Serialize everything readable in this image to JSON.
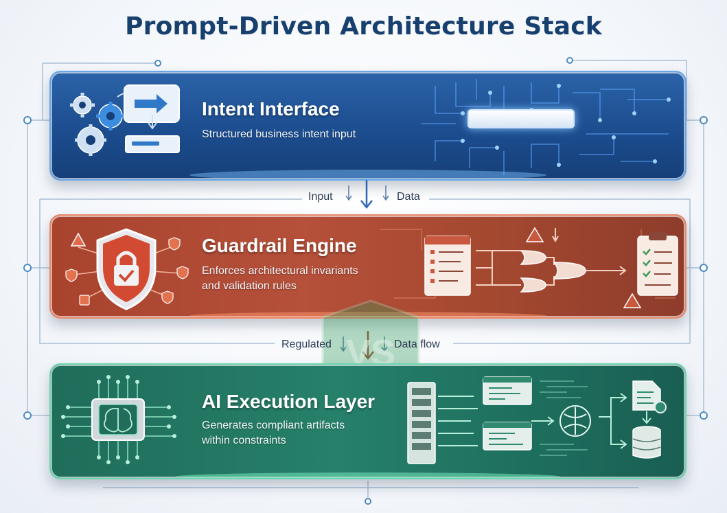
{
  "title": "Prompt-Driven Architecture Stack",
  "layers": [
    {
      "title": "Intent Interface",
      "description_lines": [
        "Structured business intent input"
      ],
      "accent_color": "#1c4d8f",
      "icons": [
        "gears-icon",
        "chat-arrow-icon",
        "input-field-icon",
        "circuit-icon",
        "input-bar-icon"
      ]
    },
    {
      "title": "Guardrail Engine",
      "description_lines": [
        "Enforces architectural invariants",
        "and validation rules"
      ],
      "accent_color": "#b04a34",
      "icons": [
        "shield-lock-icon",
        "warning-icon",
        "checklist-icon",
        "logic-gates-icon",
        "clipboard-check-icon"
      ]
    },
    {
      "title": "AI Execution Layer",
      "description_lines": [
        "Generates compliant artifacts",
        "within constraints"
      ],
      "accent_color": "#23775f",
      "icons": [
        "ai-chip-icon",
        "server-rack-icon",
        "code-window-icon",
        "brain-network-icon",
        "document-gear-icon",
        "database-icon"
      ]
    }
  ],
  "flows": [
    {
      "left": "Input",
      "right": "Data"
    },
    {
      "left": "Regulated",
      "right": "Data flow"
    }
  ],
  "watermark": "VS"
}
